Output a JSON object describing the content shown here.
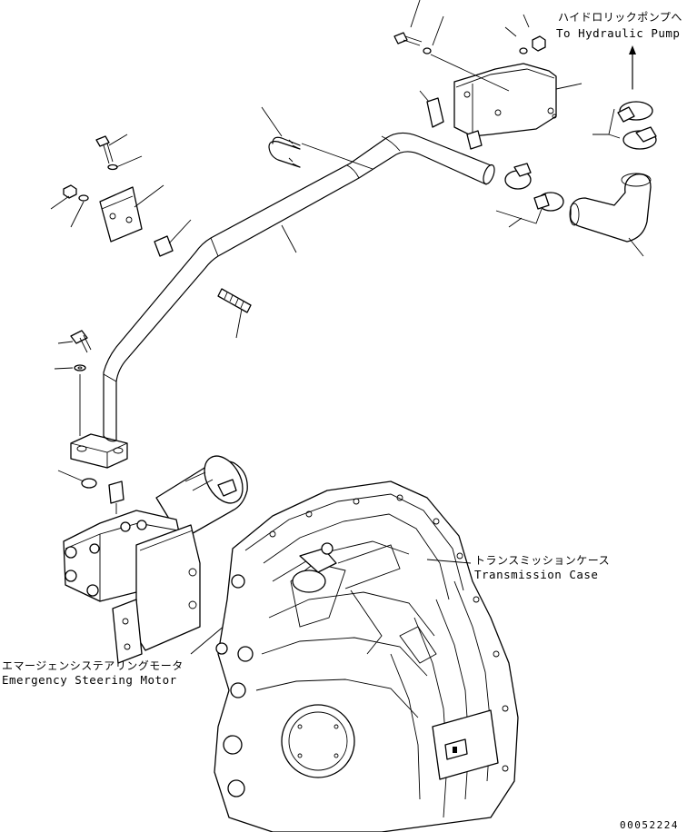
{
  "labels": {
    "hydraulic_pump_jp": "ハイドロリックポンプへ",
    "hydraulic_pump_en": "To Hydraulic Pump",
    "transmission_case_jp": "トランスミッションケース",
    "transmission_case_en": "Transmission Case",
    "steering_motor_jp": "エマージェンシステアリングモータ",
    "steering_motor_en": "Emergency Steering Motor"
  },
  "reference_number": "00052224"
}
